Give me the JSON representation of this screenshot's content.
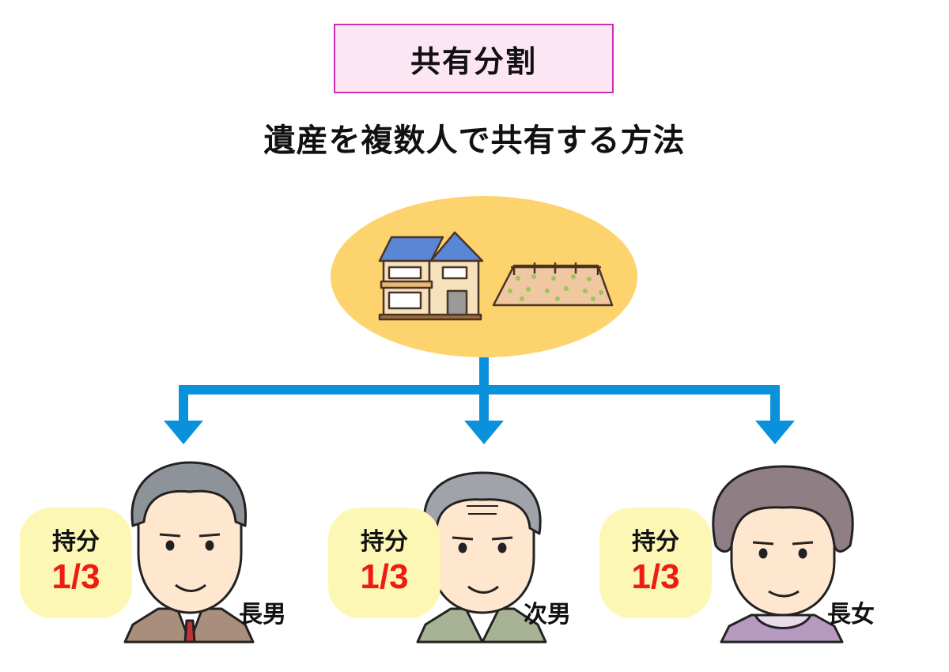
{
  "title": "共有分割",
  "subtitle": "遺産を複数人で共有する方法",
  "estate": {
    "house_icon": "house-icon",
    "land_icon": "land-icon"
  },
  "heirs": [
    {
      "share_label": "持分",
      "share_value": "1/3",
      "name": "長男"
    },
    {
      "share_label": "持分",
      "share_value": "1/3",
      "name": "次男"
    },
    {
      "share_label": "持分",
      "share_value": "1/3",
      "name": "長女"
    }
  ],
  "colors": {
    "title_border": "#cc2eb5",
    "title_fill": "#fde6f4",
    "estate_fill": "#fdd36e",
    "arrow": "#0b91dc",
    "badge_fill": "#fdf7b5",
    "share_value": "#ee1d12"
  }
}
